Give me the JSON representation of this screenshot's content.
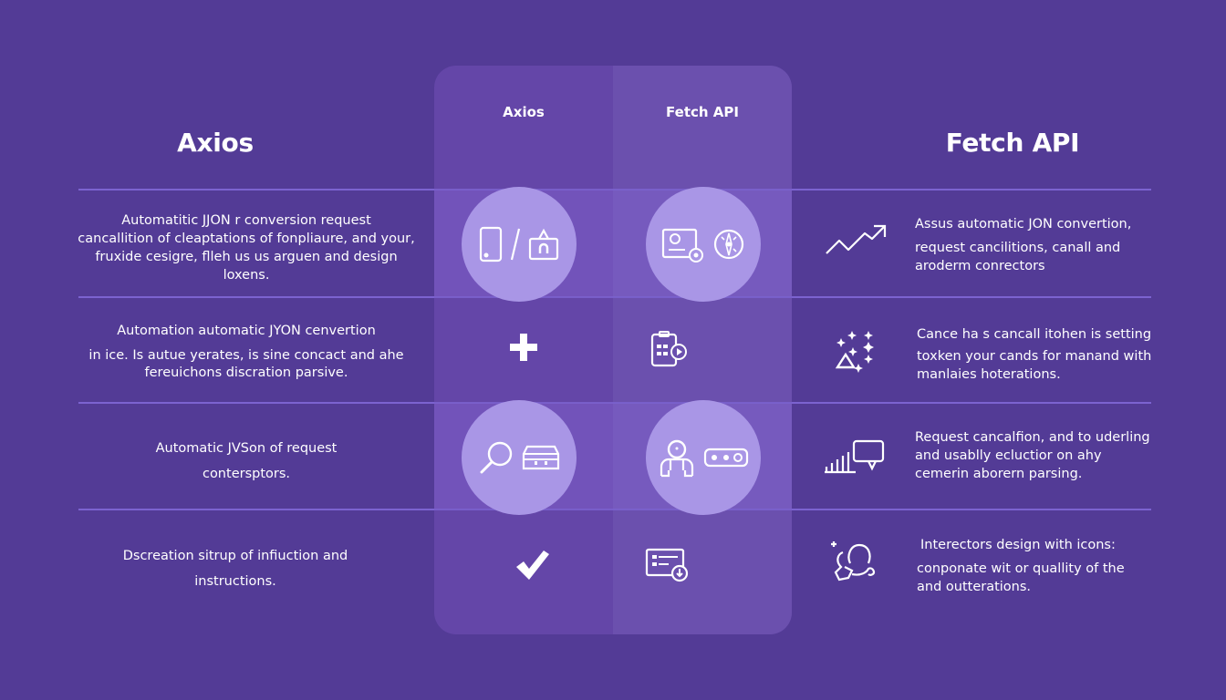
{
  "colors": {
    "background": "#533b96",
    "panel_left": "#6446a8",
    "panel_right": "#6b50ae",
    "circle": "#a996e6",
    "separator": "#7c63d0",
    "text": "#ffffff"
  },
  "left_column": {
    "title": "Axios",
    "rows": [
      {
        "lines": [
          "Automatitic JJON r conversion request",
          "cancallition of cleaptations of fonpliaure, and your,",
          "fruxide cesigre, flleh us us arguen and design",
          "loxens."
        ]
      },
      {
        "lines": [
          "Automation automatic JYON cenvertion",
          "in ice. Is autue yerates, is sine concact and ahe",
          "fereuichons discration parsive."
        ]
      },
      {
        "lines": [
          "Automatic JVSon of request",
          "contersptors."
        ]
      },
      {
        "lines": [
          "Dscreation sitrup of infiuction and",
          "instructions."
        ]
      }
    ]
  },
  "center_panel": {
    "columns": [
      {
        "label": "Axios"
      },
      {
        "label": "Fetch API"
      }
    ],
    "rows": [
      {
        "axios_icons": [
          "mobile-device-icon",
          "slash-icon",
          "lock-icon"
        ],
        "fetch_icons": [
          "profile-card-icon",
          "compass-icon"
        ],
        "highlighted": true
      },
      {
        "axios_icons": [
          "plus-icon"
        ],
        "fetch_icons": [
          "calendar-clipboard-icon"
        ],
        "highlighted": false
      },
      {
        "axios_icons": [
          "magnifier-icon",
          "storage-box-icon"
        ],
        "fetch_icons": [
          "user-icon",
          "toggle-panel-icon"
        ],
        "highlighted": true
      },
      {
        "axios_icons": [
          "checkmark-icon"
        ],
        "fetch_icons": [
          "checklist-card-icon"
        ],
        "highlighted": false
      }
    ]
  },
  "right_column": {
    "title": "Fetch API",
    "rows": [
      {
        "icon": "trend-up-arrow-icon",
        "lines": [
          "Assus automatic JON convertion,",
          "request cancilitions, canall and",
          "aroderm conrectors"
        ]
      },
      {
        "icon": "sparkles-triangle-icon",
        "lines": [
          "Cance ha s cancall itohen is setting",
          "toxken your cands for manand with",
          "manlaies hoterations."
        ]
      },
      {
        "icon": "bar-chart-chat-icon",
        "lines": [
          "Request cancalfion, and to uderling",
          "and usablly ecluctior on ahy",
          "cemerin aborern parsing."
        ]
      },
      {
        "icon": "connectors-bubbles-icon",
        "lines": [
          "Interectors design with icons:",
          "conponate wit or quallity of the",
          "and outterations."
        ]
      }
    ]
  }
}
